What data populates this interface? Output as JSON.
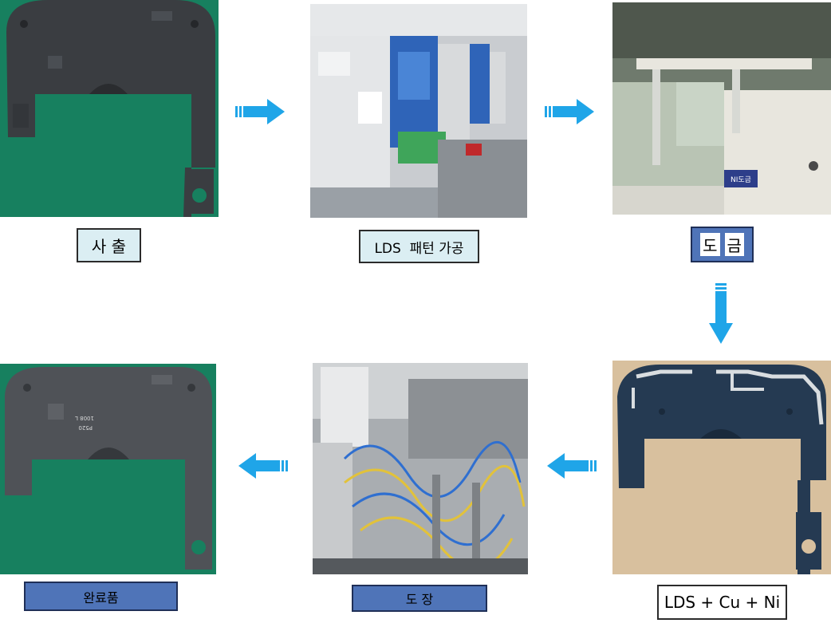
{
  "steps": [
    {
      "id": "injection",
      "label": "사 출"
    },
    {
      "id": "lds",
      "label": "LDS  패턴 가공"
    },
    {
      "id": "plating",
      "label_part1": "도",
      "label_part2": "금"
    },
    {
      "id": "lds_cu_ni",
      "label": "LDS + Cu + Ni"
    },
    {
      "id": "painting",
      "label": "도 장"
    },
    {
      "id": "finished",
      "label": "완료품"
    }
  ],
  "photo_text": {
    "tank_sign": "NI도금",
    "part_marking_1": "P520",
    "part_marking_2": "1008 L"
  },
  "colors": {
    "arrow": "#1fa5e8",
    "label_light_bg": "#dbeef3",
    "label_dark_bg": "#4f74b8",
    "plastic_part": "#3a3d41",
    "green_mat": "#17805f"
  },
  "icons": [
    "arrow-right-icon",
    "arrow-down-icon",
    "arrow-left-icon"
  ]
}
